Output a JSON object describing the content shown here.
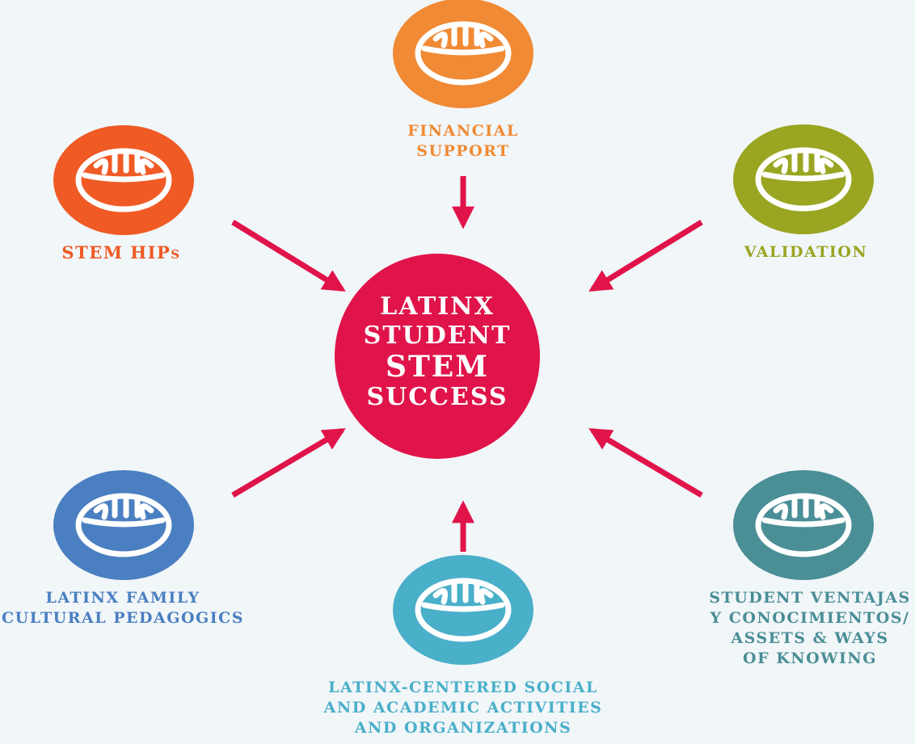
{
  "center": {
    "lines": [
      "LATINX",
      "STUDENT",
      "STEM",
      "SUCCESS"
    ],
    "color": "#e0144a"
  },
  "arrow_color": "#e0144a",
  "icon_name": "ball-icon",
  "nodes": [
    {
      "id": "financial-support",
      "color": "#f08a34",
      "lines": [
        "FINANCIAL",
        "SUPPORT"
      ]
    },
    {
      "id": "stem-hips",
      "color": "#f05a24",
      "lines": [
        "STEM HIPs"
      ]
    },
    {
      "id": "validation",
      "color": "#9aa521",
      "lines": [
        "VALIDATION"
      ]
    },
    {
      "id": "latinx-family-cultural-pedagogics",
      "color": "#4a7fc1",
      "lines": [
        "LATINX FAMILY",
        "CULTURAL PEDAGOGICS"
      ]
    },
    {
      "id": "latinx-centered-activities",
      "color": "#4aafc9",
      "lines": [
        "LATINX-CENTERED SOCIAL",
        "AND ACADEMIC ACTIVITIES",
        "AND ORGANIZATIONS"
      ]
    },
    {
      "id": "student-ventajas",
      "color": "#4a8e96",
      "lines": [
        "STUDENT VENTAJAS",
        "Y CONOCIMIENTOS/",
        "ASSETS & WAYS",
        "OF KNOWING"
      ]
    }
  ]
}
